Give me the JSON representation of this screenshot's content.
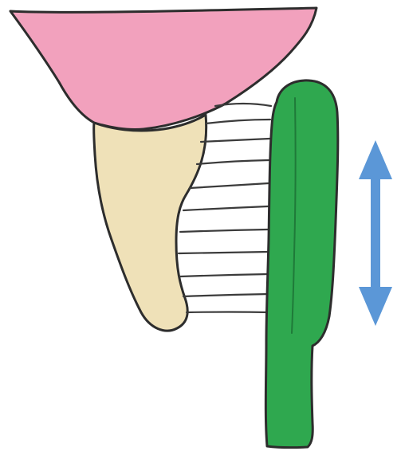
{
  "colors": {
    "background": "#ffffff",
    "gum": "#f2a1bd",
    "tooth": "#efe1b8",
    "toothbrush": "#2fa84f",
    "bristles": "#3b3b3b",
    "arrow": "#5b97d7",
    "outline": "#2d2d2d"
  },
  "icons": {
    "gum": "gum-shape",
    "tooth": "tooth-shape",
    "toothbrush": "toothbrush-shape",
    "movement_arrow": "double-headed-vertical-arrow"
  }
}
